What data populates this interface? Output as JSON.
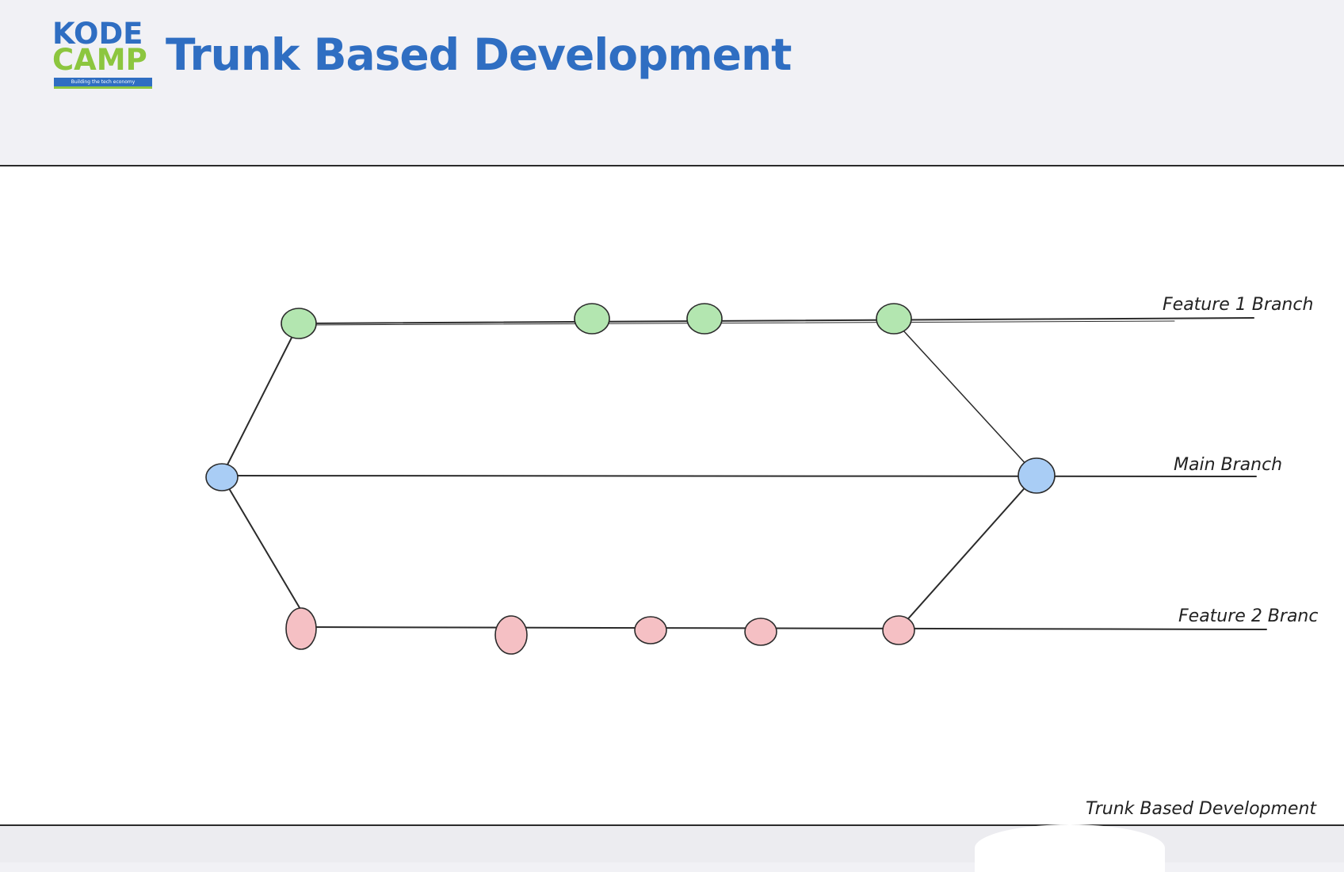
{
  "header": {
    "logo": {
      "line1": "KODE",
      "line2": "CAMP",
      "tagline": "Building the tech economy"
    },
    "title": "Trunk Based Development"
  },
  "diagram": {
    "caption": "Trunk Based Development",
    "branches": {
      "feature1": {
        "label": "Feature 1 Branch",
        "color": "#b3e6b0"
      },
      "main": {
        "label": "Main Branch",
        "color": "#a9cdf5"
      },
      "feature2": {
        "label": "Feature 2 Branc",
        "color": "#f5c0c4"
      }
    },
    "stroke_color": "#2b2b2b"
  },
  "colors": {
    "brand_blue": "#2f6ec2",
    "brand_green": "#8cc63f"
  }
}
